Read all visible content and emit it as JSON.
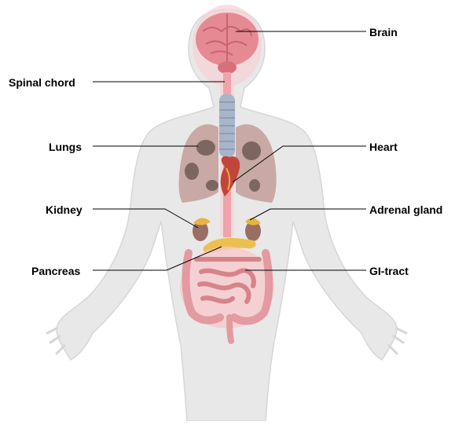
{
  "labels": {
    "brain": "Brain",
    "spinal_chord": "Spinal chord",
    "lungs": "Lungs",
    "heart": "Heart",
    "kidney": "Kidney",
    "adrenal_gland": "Adrenal gland",
    "pancreas": "Pancreas",
    "gi_tract": "GI-tract"
  },
  "colors": {
    "body": "#e8e8e8",
    "body_outline": "#d4d4d4",
    "organ_glow": "#f6c9cc",
    "brain": "#e58a93",
    "spine": "#a8b4c8",
    "lungs": "#c9a9a5",
    "lung_spots": "#7d6660",
    "heart": "#c0463c",
    "kidney": "#9a6e62",
    "adrenal": "#e8b444",
    "pancreas": "#ecc04e",
    "gi": "#e39aa0",
    "leader": "#000000"
  }
}
